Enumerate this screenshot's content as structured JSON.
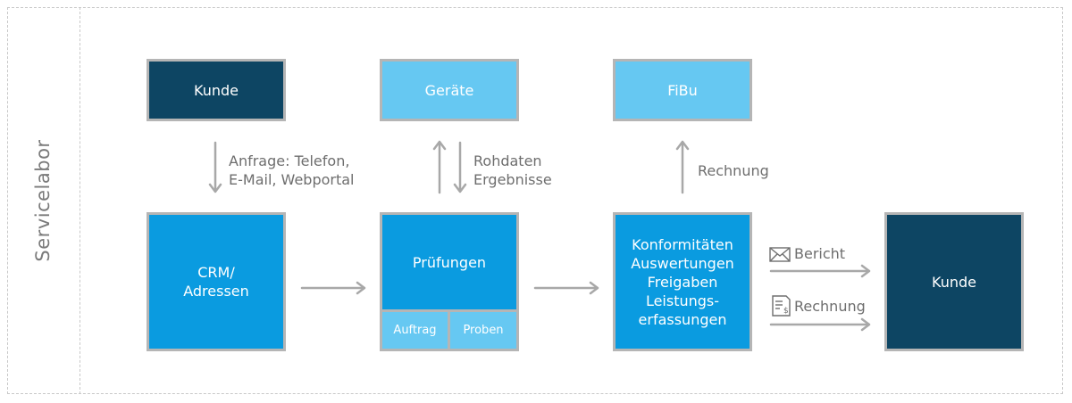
{
  "frame": {
    "title": "Servicelabor"
  },
  "top_row": {
    "kunde": "Kunde",
    "geraete": "Geräte",
    "fibu": "FiBu"
  },
  "middle_row": {
    "crm": [
      "CRM/",
      "Adressen"
    ],
    "pruefungen": "Prüfungen",
    "auftrag": "Auftrag",
    "proben": "Proben",
    "konformitaeten": [
      "Konformitäten",
      "Auswertungen",
      "Freigaben",
      "Leistungs-",
      "erfassungen"
    ],
    "kunde_right": "Kunde"
  },
  "labels": {
    "anfrage": [
      "Anfrage: Telefon,",
      "E-Mail, Webportal"
    ],
    "rohdaten": [
      "Rohdaten",
      "Ergebnisse"
    ],
    "rechnung_up": "Rechnung",
    "bericht": "Bericht",
    "rechnung_out": "Rechnung"
  },
  "icons": {
    "bericht_icon": "envelope-icon",
    "rechnung_icon": "invoice-icon"
  },
  "colors": {
    "dark_blue": "#0d4563",
    "mid_blue": "#0a9be0",
    "light_blue": "#66c8f2",
    "arrow_gray": "#a8a8a8"
  }
}
